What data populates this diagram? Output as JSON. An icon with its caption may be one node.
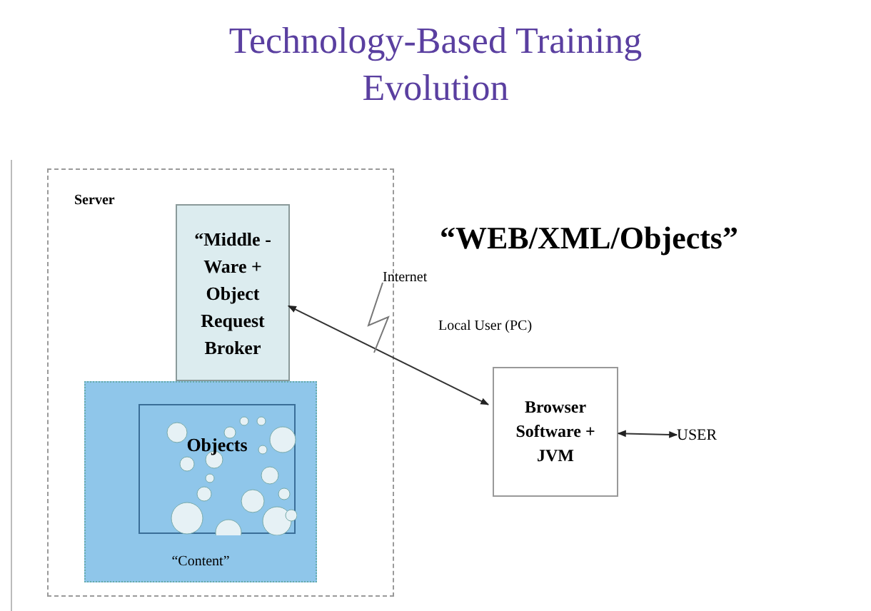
{
  "diagram": {
    "title": "Technology-Based Training Evolution",
    "nodes": [
      {
        "text": [
          "Server"
        ]
      },
      {
        "text": [
          "“Middle - Ware + Object Request Broker"
        ],
        "in": 0
      },
      {
        "text": [
          "“Content”"
        ],
        "in": 0
      },
      {
        "text": [
          "Objects"
        ],
        "in": 2
      },
      {
        "text": [
          "Browser Software + JVM"
        ]
      },
      {
        "text": [
          "USER"
        ]
      }
    ],
    "edges": [
      {
        "from": 1,
        "to": 4,
        "arrow": "both"
      },
      {
        "from": 4,
        "to": 5,
        "arrow": "both"
      }
    ],
    "labels": [
      "“WEB/XML/Objects”",
      "Internet",
      "Local User (PC)"
    ]
  }
}
